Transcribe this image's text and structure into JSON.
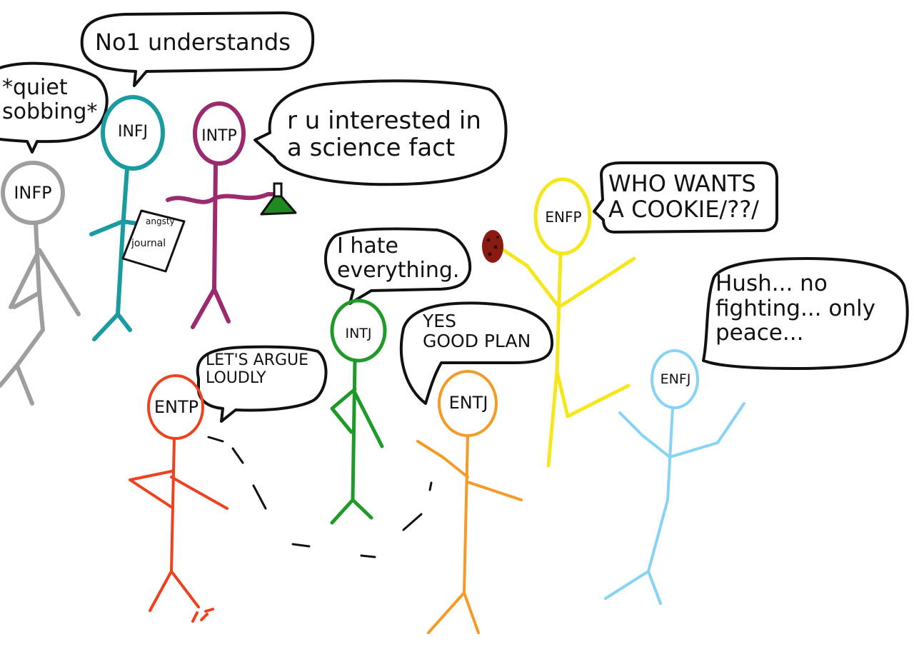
{
  "figures": [
    {
      "id": "infp",
      "label": "INFP",
      "color": "#9e9e9e"
    },
    {
      "id": "infj",
      "label": "INFJ",
      "color": "#1a9ba0"
    },
    {
      "id": "intp",
      "label": "INTP",
      "color": "#9b2a6f"
    },
    {
      "id": "intj",
      "label": "INTJ",
      "color": "#1e9a28"
    },
    {
      "id": "entp",
      "label": "ENTP",
      "color": "#f0411e"
    },
    {
      "id": "entj",
      "label": "ENTJ",
      "color": "#f59a26"
    },
    {
      "id": "enfp",
      "label": "ENFP",
      "color": "#f5e71e"
    },
    {
      "id": "enfj",
      "label": "ENFJ",
      "color": "#86d3f5"
    }
  ],
  "bubbles": {
    "infp": "*quiet\nsobbing*",
    "infj": "No1 understands",
    "intp": "r u interested in\na science fact",
    "intj": "I hate\neverything.",
    "entp": "LET'S ARGUE\nLOUDLY",
    "entj": "YES\nGOOD PLAN",
    "enfp": "WHO WANTS\nA COOKIE/??/",
    "enfj": "Hush... no\nfighting... only\npeace..."
  },
  "props": {
    "journal_line1": "angsty",
    "journal_line2": "journal"
  },
  "colors": {
    "outline": "#111111",
    "cookie": "#8a1a12",
    "cookie_chip": "#2a0a06",
    "flask": "#1f8a1f"
  }
}
